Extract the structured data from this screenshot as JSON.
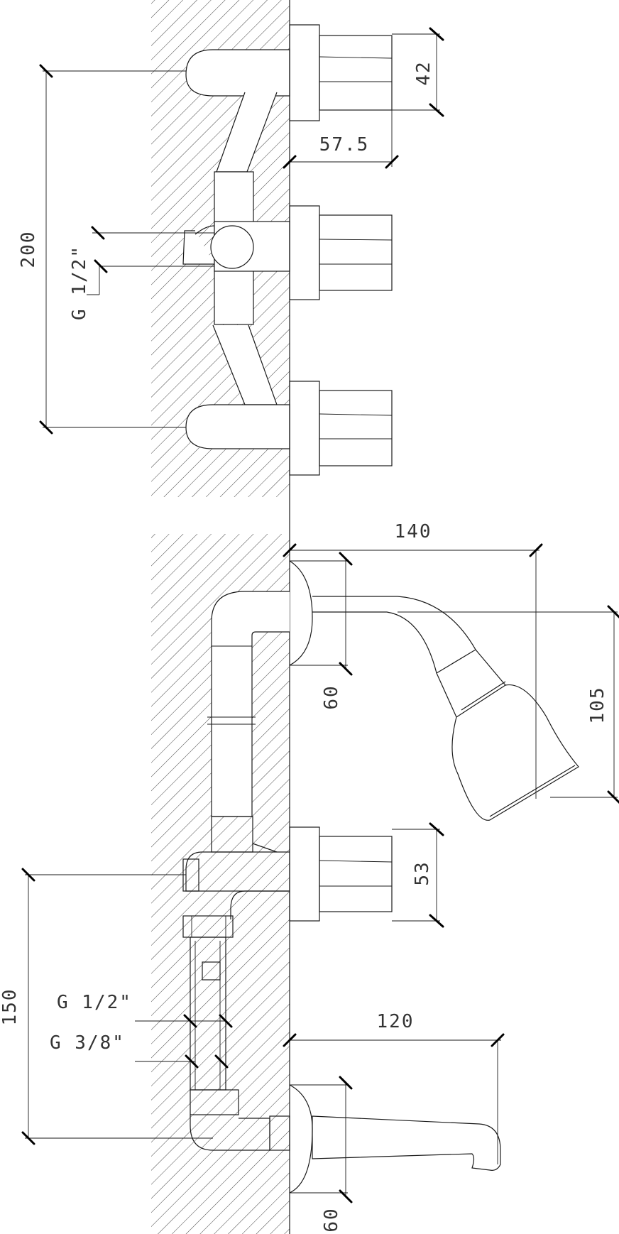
{
  "dimensions": {
    "handle_height": "42",
    "handle_depth": "57.5",
    "valve_spacing": "200",
    "top_thread": "G 1/2\"",
    "shower_reach": "140",
    "shower_flange": "60",
    "shower_drop": "105",
    "diverter_handle": "53",
    "bottom_spacing": "150",
    "inlet_thread_large": "G 1/2\"",
    "inlet_thread_small": "G 3/8\"",
    "spout_reach": "120",
    "spout_flange": "60"
  }
}
